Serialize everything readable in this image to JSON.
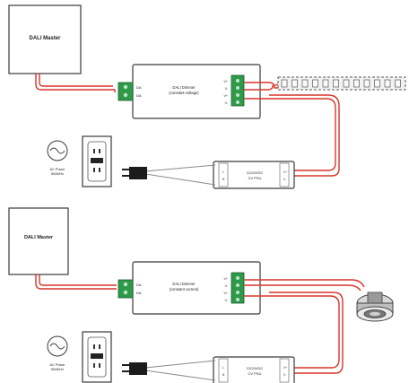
{
  "diagrams": [
    {
      "master_label": "DALI Master",
      "dimmer_lines": [
        "DALI Dimmer",
        "(constant voltage)"
      ],
      "dimmer_in_labels": [
        "DA",
        "DA"
      ],
      "dimmer_out_labels": [
        "V+",
        "V-",
        "V+",
        "V-"
      ],
      "psu_lines": [
        "12/24VDC",
        "CV PSU"
      ],
      "psu_in_labels": [
        "L",
        "N"
      ],
      "psu_out_labels": [
        "V+",
        "V-"
      ],
      "ac_lines": [
        "AC Power",
        "50/60Hz"
      ],
      "load": "led-strip"
    },
    {
      "master_label": "DALI Master",
      "dimmer_lines": [
        "DALI Dimmer",
        "(constant current)"
      ],
      "dimmer_in_labels": [
        "DA",
        "DA"
      ],
      "dimmer_out_labels": [
        "V+",
        "V-",
        "V+",
        "V-"
      ],
      "psu_lines": [
        "12/24VDC",
        "CV PSU"
      ],
      "psu_in_labels": [
        "L",
        "N"
      ],
      "psu_out_labels": [
        "V+",
        "V-"
      ],
      "ac_lines": [
        "AC Power",
        "50/60Hz"
      ],
      "load": "led-downlight"
    }
  ],
  "colors": {
    "wire_red": "#d9342b",
    "wire_gray": "#8a8a8a",
    "terminal_green": "#2f9a4a",
    "outline": "#3a3a3a",
    "plug": "#1c1c1c"
  }
}
